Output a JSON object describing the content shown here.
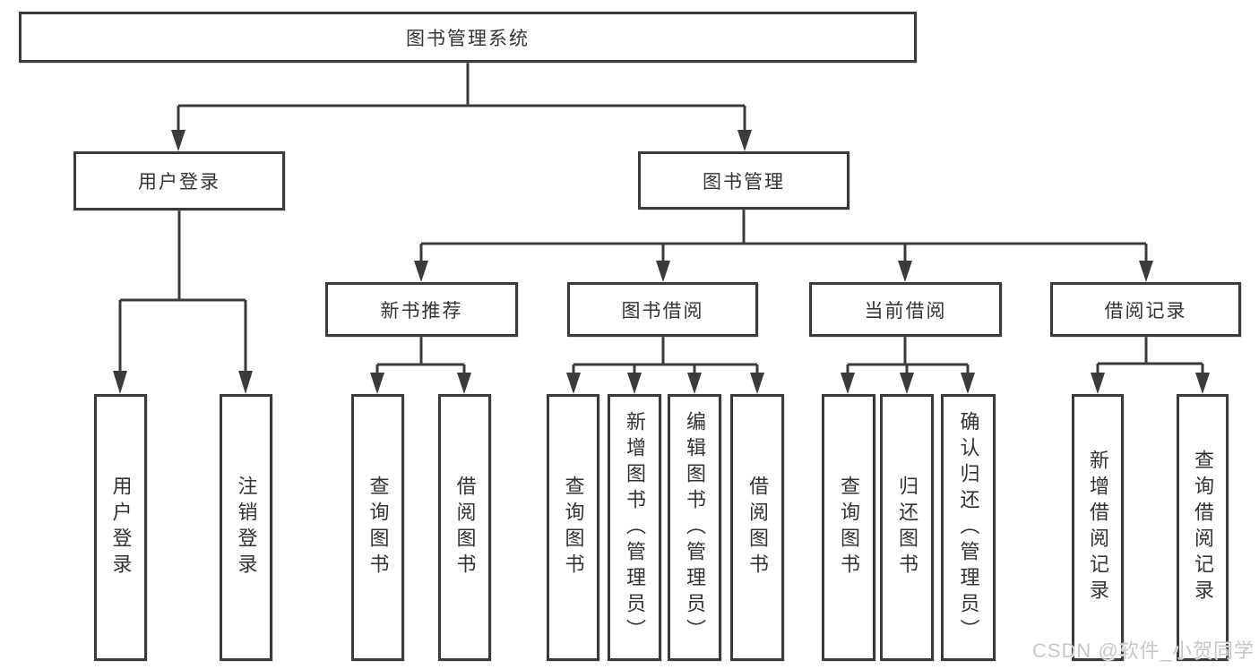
{
  "diagram": {
    "title": "图书管理系统",
    "root": {
      "label": "图书管理系统"
    },
    "level2": [
      {
        "id": "user-login",
        "label": "用户登录"
      },
      {
        "id": "book-management",
        "label": "图书管理"
      }
    ],
    "level3": [
      {
        "id": "new-book-recommend",
        "label": "新书推荐"
      },
      {
        "id": "book-borrow",
        "label": "图书借阅"
      },
      {
        "id": "current-borrow",
        "label": "当前借阅"
      },
      {
        "id": "borrow-records",
        "label": "借阅记录"
      }
    ],
    "leaves": {
      "user_login": [
        {
          "label": "用户登录"
        },
        {
          "label": "注销登录"
        }
      ],
      "new_book_recommend": [
        {
          "label": "查询图书"
        },
        {
          "label": "借阅图书"
        }
      ],
      "book_borrow": [
        {
          "label": "查询图书"
        },
        {
          "label": "新增图书（管理员）"
        },
        {
          "label": "编辑图书（管理员）"
        },
        {
          "label": "借阅图书"
        }
      ],
      "current_borrow": [
        {
          "label": "查询图书"
        },
        {
          "label": "归还图书"
        },
        {
          "label": "确认归还（管理员）"
        }
      ],
      "borrow_records": [
        {
          "label": "新增借阅记录"
        },
        {
          "label": "查询借阅记录"
        }
      ]
    }
  },
  "watermark": {
    "text": "CSDN @软件_小贺同学"
  },
  "colors": {
    "line": "#3b3b3b",
    "text": "#333333",
    "watermark": "#c7c7c7",
    "background": "#ffffff"
  }
}
